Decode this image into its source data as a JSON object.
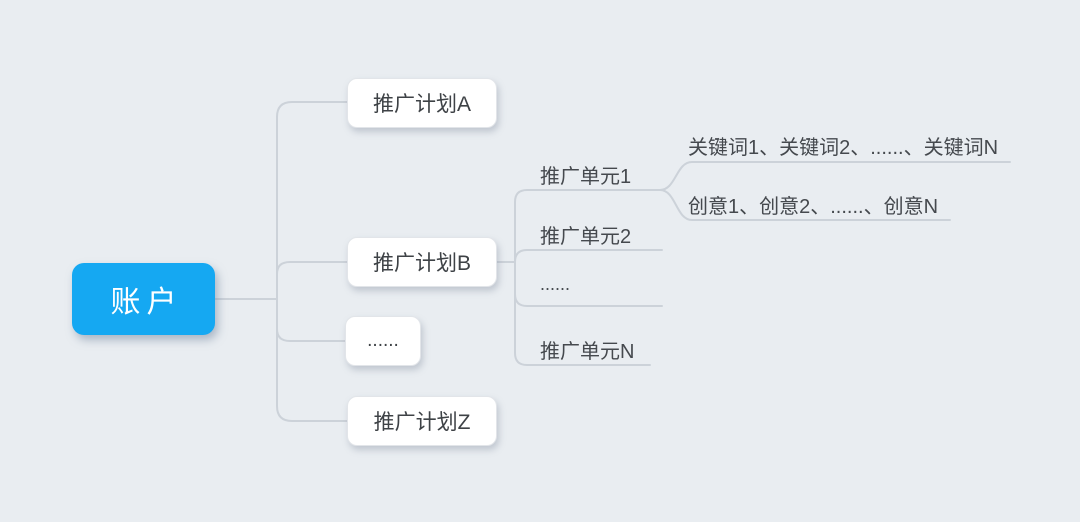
{
  "diagram": {
    "title": "search-ads-account-structure-mindmap",
    "background_color": "#e9edf1",
    "connector_color": "#ccd2d9",
    "node_text_color": "#3e4246",
    "root": {
      "label": "账户",
      "fill_color": "#15a8f2",
      "text_color": "#ffffff"
    },
    "plans": [
      {
        "label": "推广计划A"
      },
      {
        "label": "推广计划B"
      },
      {
        "label": "......"
      },
      {
        "label": "推广计划Z"
      }
    ],
    "units": [
      {
        "label": "推广单元1"
      },
      {
        "label": "推广单元2"
      },
      {
        "label": "......"
      },
      {
        "label": "推广单元N"
      }
    ],
    "unit1_children": {
      "keywords": {
        "label": "关键词1、关键词2、......、关键词N"
      },
      "creatives": {
        "label": "创意1、创意2、......、创意N"
      }
    }
  }
}
